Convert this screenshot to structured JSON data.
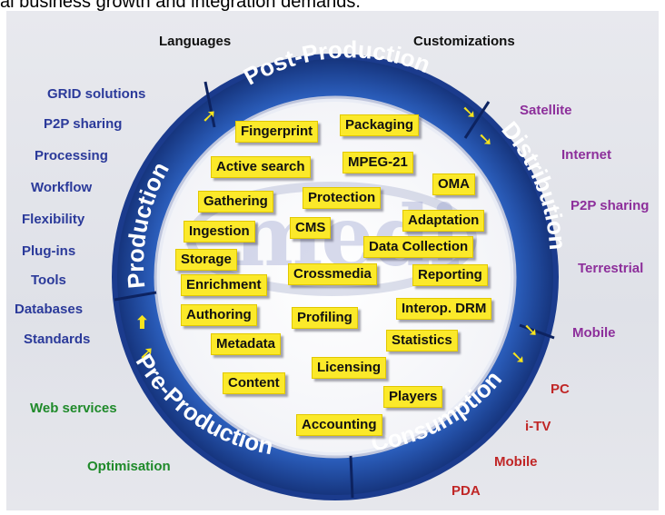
{
  "caption": "al business growth and integration demands.",
  "ring_labels": {
    "post_production": "Post-Production",
    "distribution": "Distribution",
    "consumption": "Consumption",
    "pre_production": "Pre-Production",
    "production": "Production"
  },
  "left_blue": [
    "GRID solutions",
    "P2P sharing",
    "Processing",
    "Workflow",
    "Flexibility",
    "Plug-ins",
    "Tools",
    "Databases",
    "Standards"
  ],
  "top_black": [
    "Languages",
    "Customizations"
  ],
  "right_purple": [
    "Satellite",
    "Internet",
    "P2P sharing",
    "Terrestrial",
    "Mobile"
  ],
  "bottom_red": [
    "PC",
    "i-TV",
    "Mobile",
    "PDA"
  ],
  "left_green": [
    "Web services",
    "Optimisation"
  ],
  "tags": [
    "Fingerprint",
    "Packaging",
    "Active search",
    "MPEG-21",
    "OMA",
    "Gathering",
    "Protection",
    "Ingestion",
    "CMS",
    "Adaptation",
    "Data Collection",
    "Storage",
    "Enrichment",
    "Crossmedia",
    "Reporting",
    "Authoring",
    "Profiling",
    "Interop. DRM",
    "Metadata",
    "Statistics",
    "Licensing",
    "Content",
    "Players",
    "Accounting"
  ],
  "logo_text": "medi",
  "colors": {
    "ring_outer": "#1e3f96",
    "ring_inner": "#2f66c8",
    "tag_fill": "#fbe92a",
    "arrow": "#f7e41c",
    "blue_text": "#2b3a9a",
    "purple_text": "#8d2f9b",
    "red_text": "#c02626",
    "green_text": "#1f8a2a"
  }
}
